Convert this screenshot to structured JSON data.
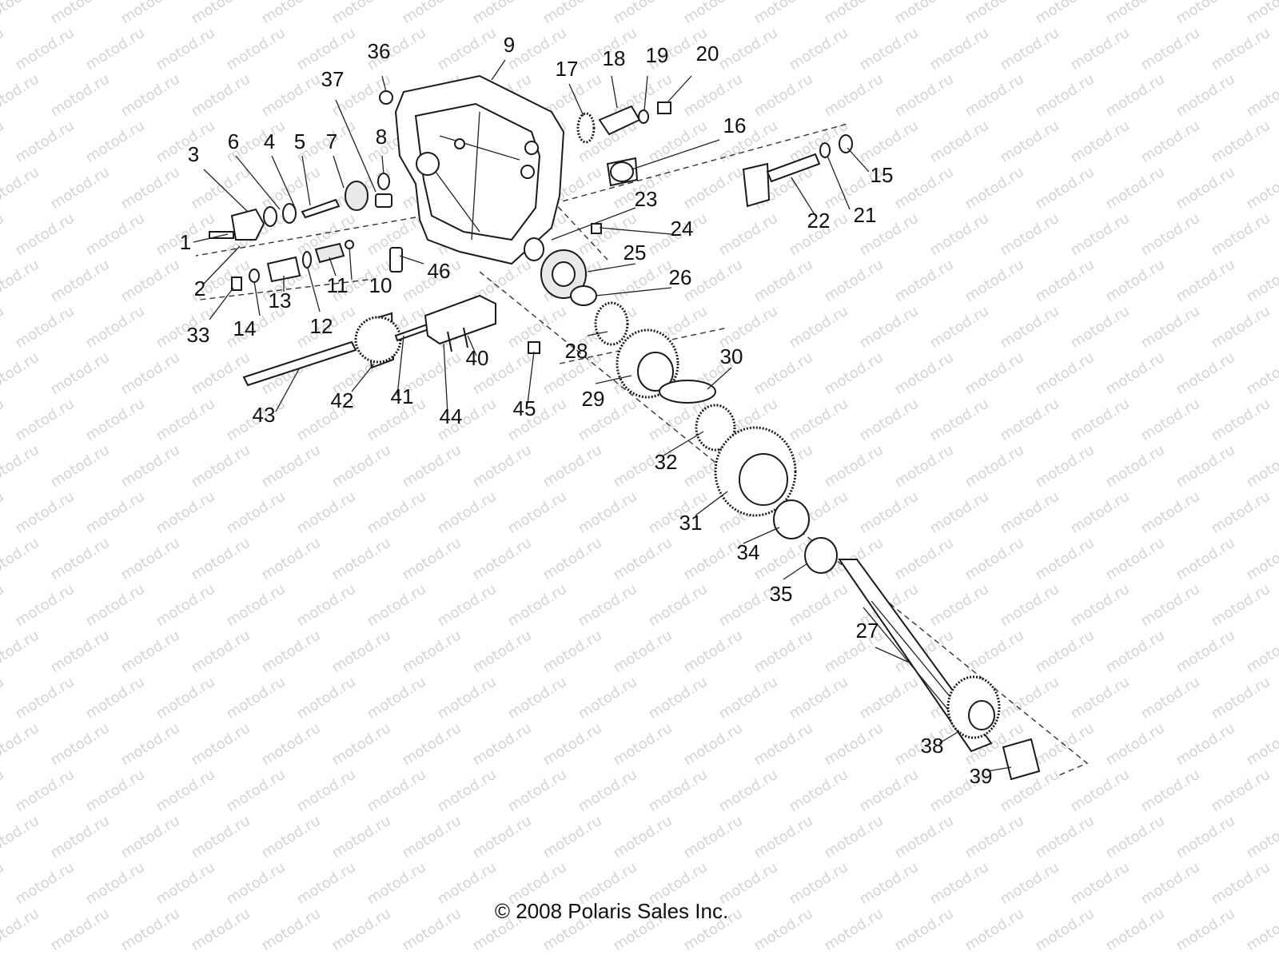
{
  "watermark": {
    "text": "motod.ru"
  },
  "copyright": {
    "symbol": "©",
    "text": "2008 Polaris Sales Inc."
  },
  "callouts": [
    "1",
    "2",
    "3",
    "4",
    "5",
    "6",
    "7",
    "8",
    "9",
    "10",
    "11",
    "12",
    "13",
    "14",
    "15",
    "16",
    "17",
    "18",
    "19",
    "20",
    "21",
    "22",
    "23",
    "24",
    "25",
    "26",
    "27",
    "28",
    "29",
    "30",
    "31",
    "32",
    "33",
    "34",
    "35",
    "36",
    "37",
    "38",
    "39",
    "40",
    "41",
    "42",
    "43",
    "44",
    "45",
    "46"
  ]
}
